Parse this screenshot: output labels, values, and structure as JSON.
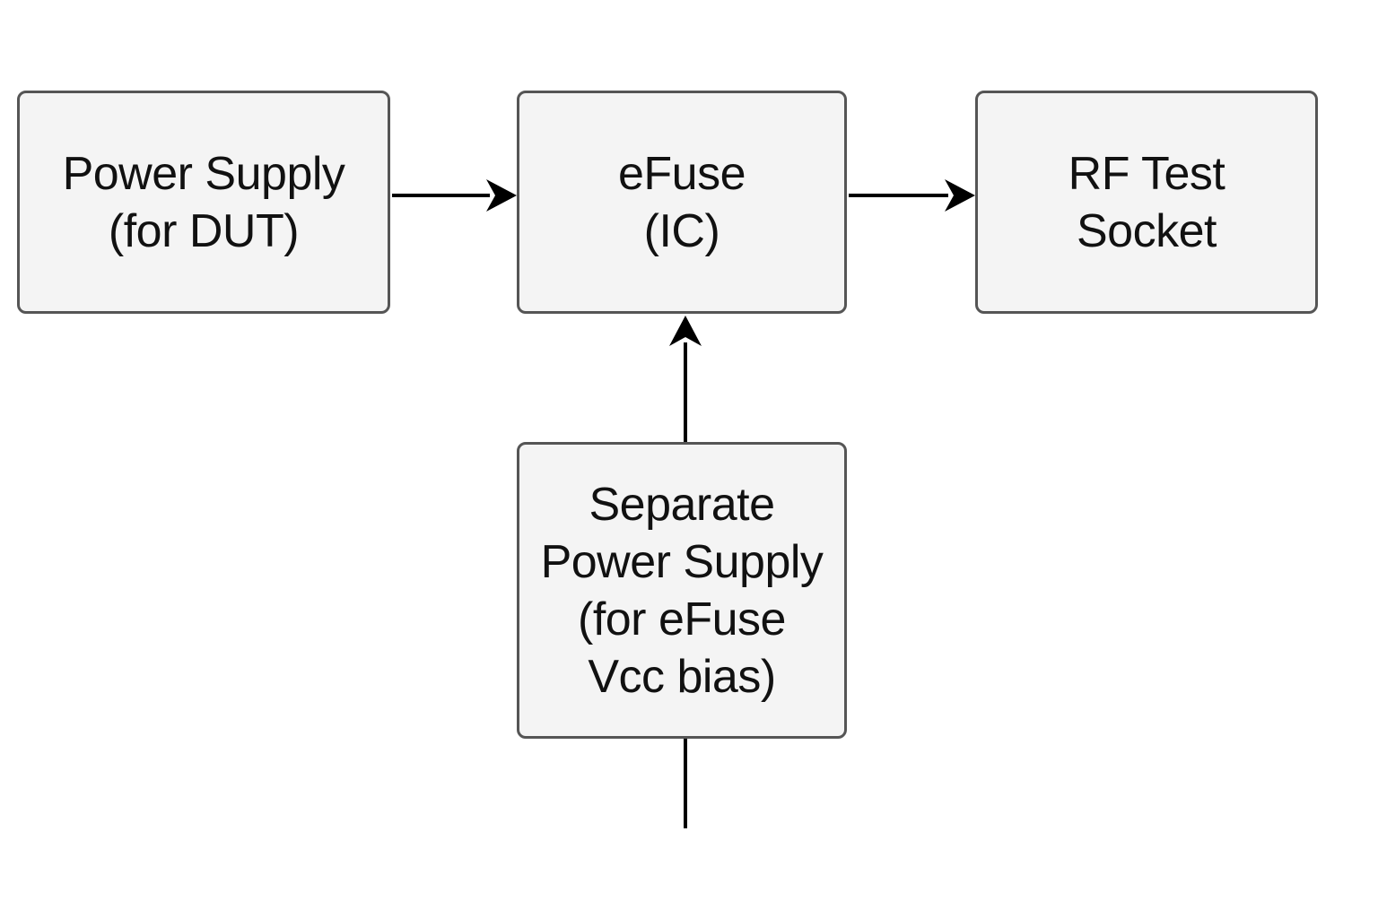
{
  "diagram": {
    "nodes": {
      "power_supply_dut": {
        "label": "Power Supply\n(for DUT)"
      },
      "efuse": {
        "label": "eFuse\n(IC)"
      },
      "rf_socket": {
        "label": "RF Test\nSocket"
      },
      "separate_supply": {
        "label": "Separate\nPower Supply\n(for eFuse\nVcc bias)"
      }
    },
    "edges": [
      {
        "from": "power_supply_dut",
        "to": "efuse"
      },
      {
        "from": "efuse",
        "to": "rf_socket"
      },
      {
        "from": "separate_supply",
        "to": "efuse"
      }
    ],
    "colors": {
      "node_fill": "#f4f4f4",
      "node_border": "#555555",
      "arrow": "#000000",
      "text": "#111111"
    }
  }
}
